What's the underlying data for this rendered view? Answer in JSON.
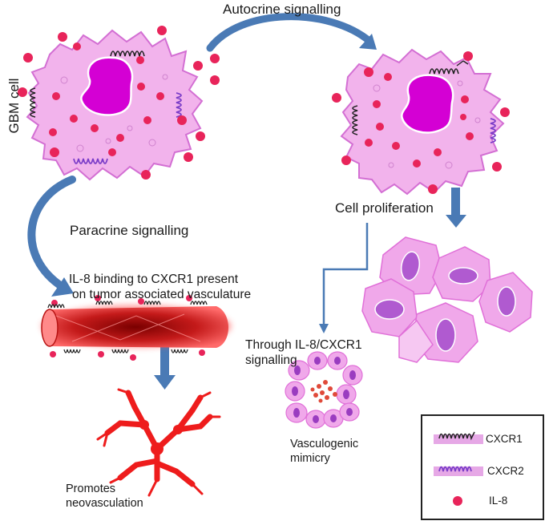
{
  "labels": {
    "gbm_cell": "GBM cell",
    "autocrine": "Autocrine signalling",
    "paracrine": "Paracrine signalling",
    "cell_proliferation": "Cell proliferation",
    "il8_binding_line1": "IL-8 binding to CXCR1 present",
    "il8_binding_line2": "on tumor associated vasculature",
    "through_line1": "Through IL-8/CXCR1",
    "through_line2": "signalling",
    "vasculogenic_line1": "Vasculogenic",
    "vasculogenic_line2": "mimicry",
    "promotes_line1": "Promotes",
    "promotes_line2": "neovasculation"
  },
  "legend": {
    "items": [
      {
        "label": "CXCR1",
        "icon": "cxcr1-receptor-icon"
      },
      {
        "label": "CXCR2",
        "icon": "cxcr2-receptor-icon"
      },
      {
        "label": "IL-8",
        "icon": "il8-dot-icon"
      }
    ]
  },
  "colors": {
    "cell_fill": "#f2b3ec",
    "cell_outline": "#d36fd3",
    "nucleus": "#d400d4",
    "il8": "#e8245a",
    "arrow": "#4a7ab5",
    "cxcr1_band": "#e6a8e6",
    "cxcr2_coil": "#7a3cc8",
    "vessel": "#c41a1a",
    "vessel_glow": "#ff5a5a",
    "prolif_cell": "#f0a8ea",
    "prolif_nucleus": "#b05ad0",
    "neovasc": "#ee1c1c"
  }
}
